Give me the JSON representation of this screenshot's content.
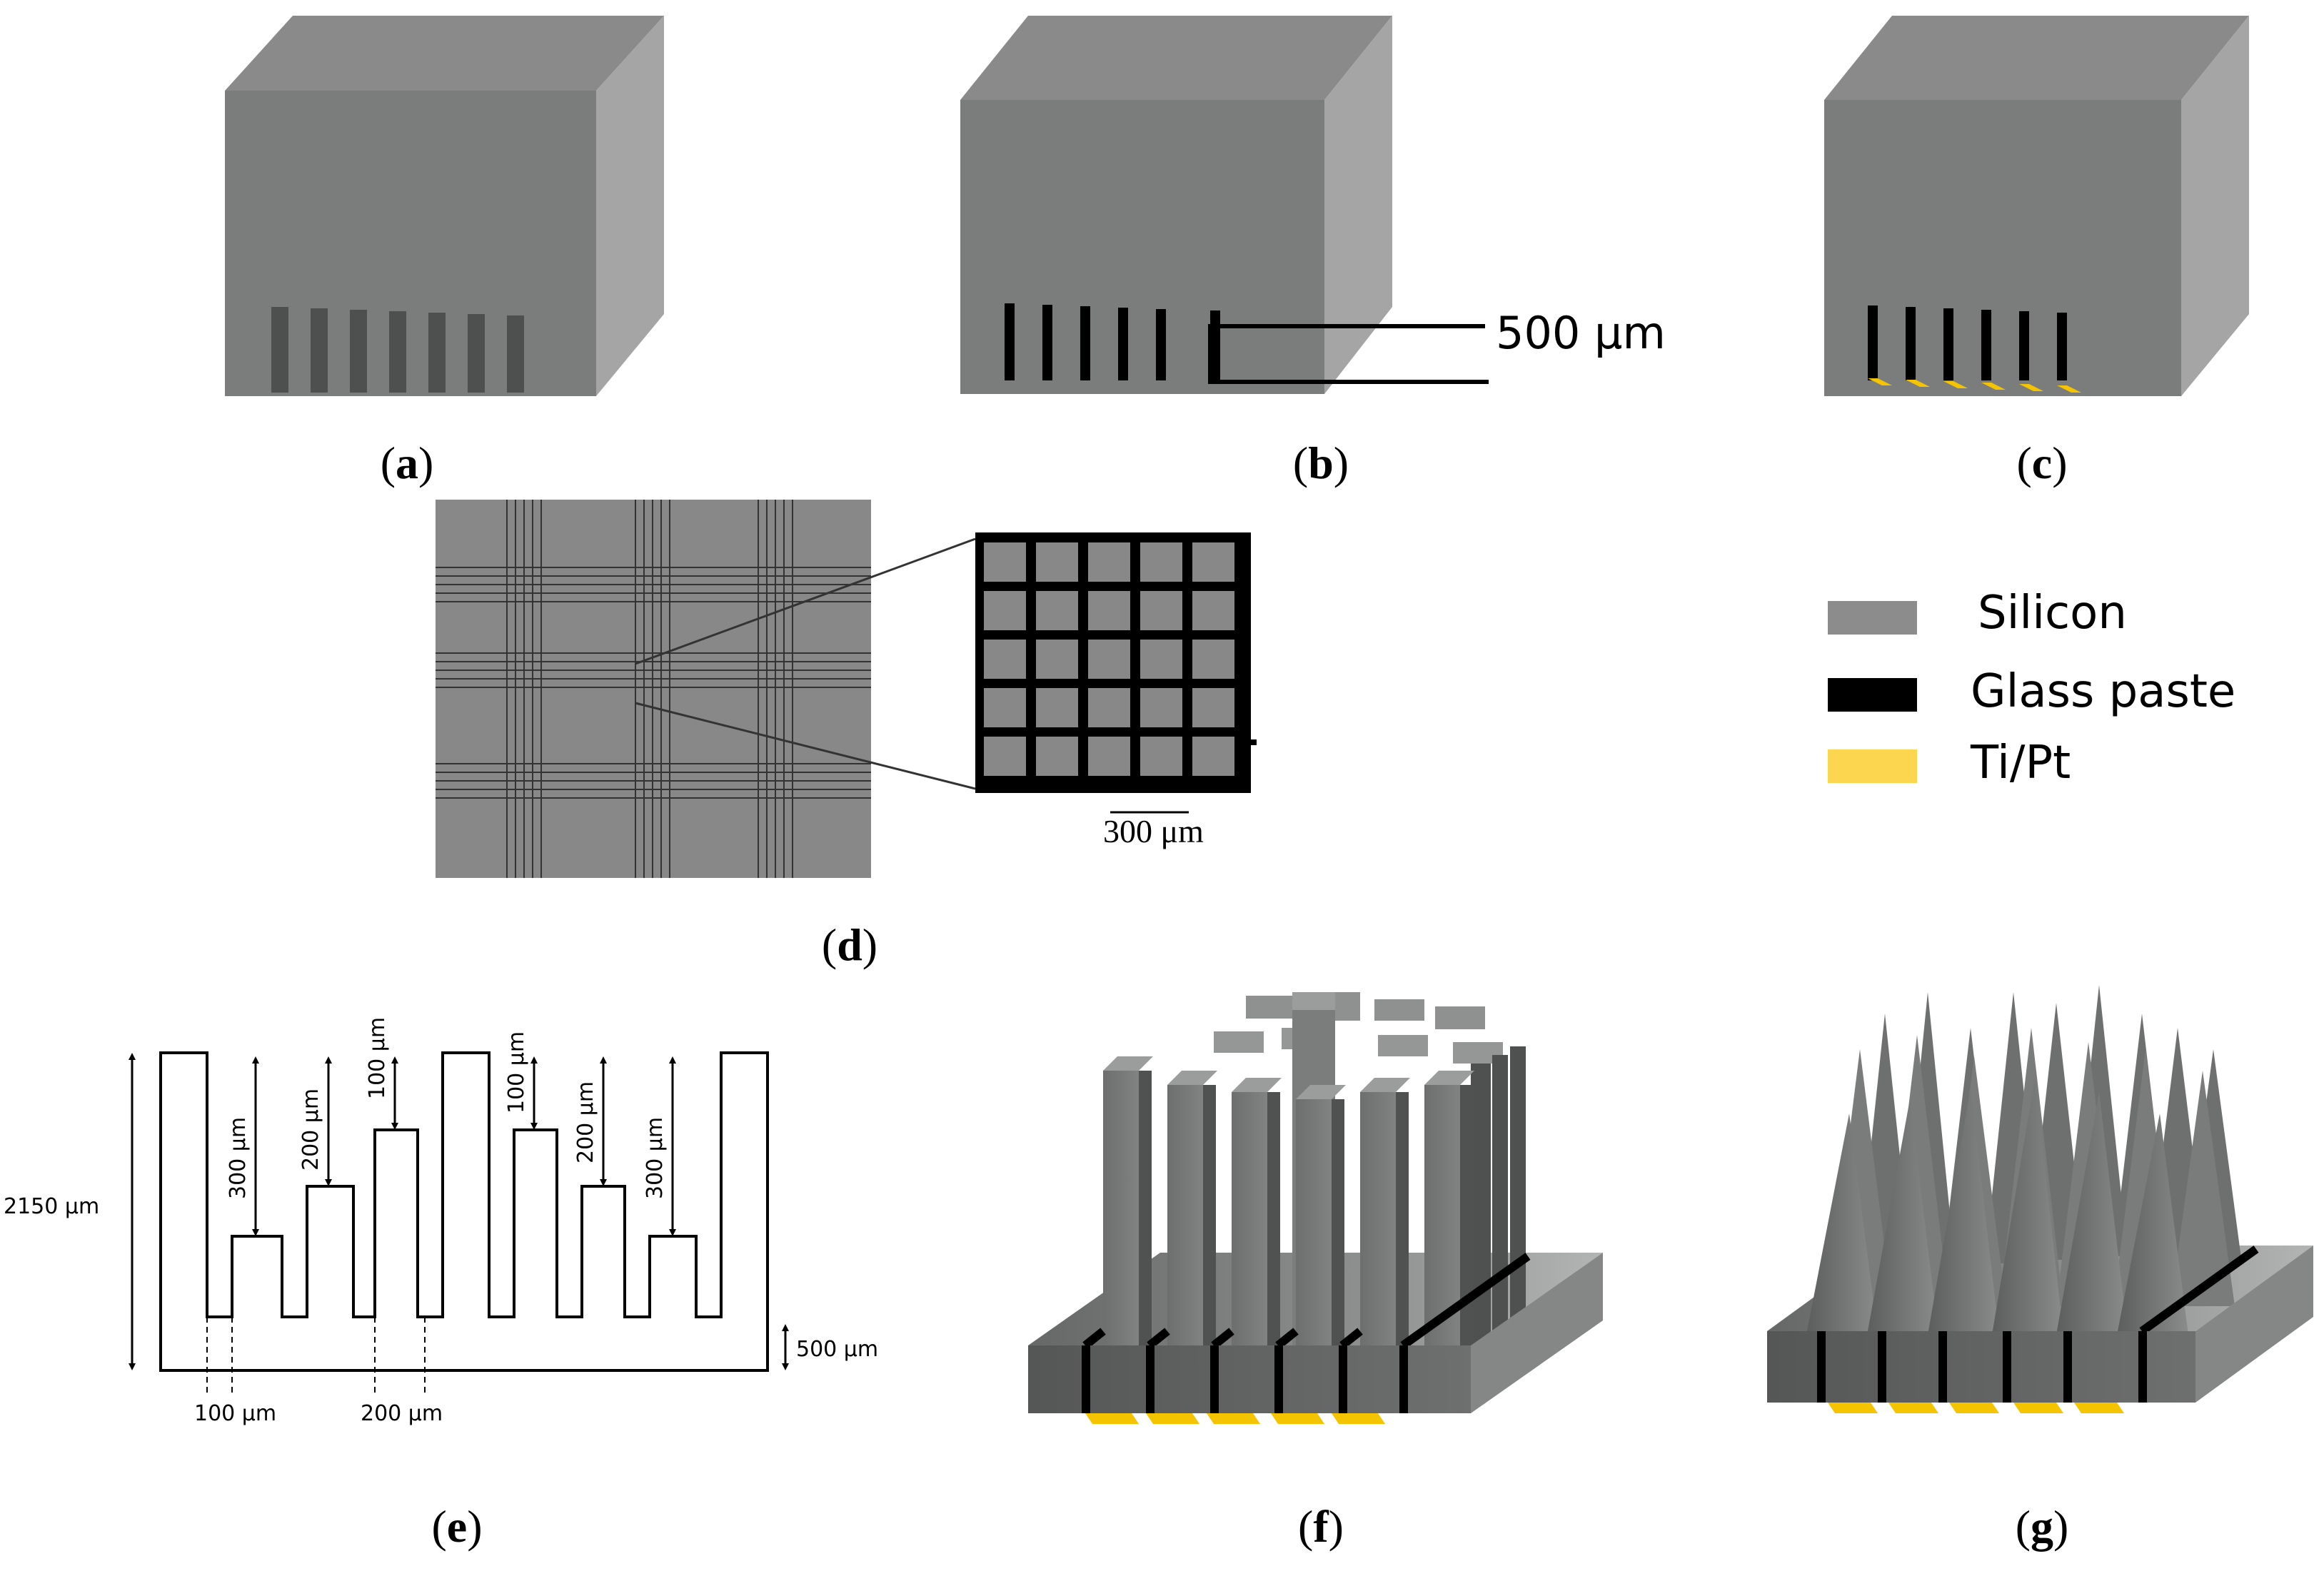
{
  "panels": {
    "a": {
      "label": "a"
    },
    "b": {
      "label": "b",
      "dimension": "500 μm"
    },
    "c": {
      "label": "c"
    },
    "d": {
      "label": "d",
      "scale": "300 μm"
    },
    "e": {
      "label": "e",
      "total_height": "2150 μm",
      "base_height": "500 μm",
      "depths": [
        "300 μm",
        "200 μm",
        "100 μm",
        "100 μm",
        "200 μm",
        "300 μm"
      ],
      "width_small": "100 μm",
      "width_large": "200 μm"
    },
    "f": {
      "label": "f"
    },
    "g": {
      "label": "g"
    }
  },
  "legend": [
    {
      "label": "Silicon",
      "color": "#8c8c8c"
    },
    {
      "label": "Glass paste",
      "color": "#000000"
    },
    {
      "label": "Ti/Pt",
      "color": "#fcd64f"
    }
  ],
  "colors": {
    "silicon_front": "#7b7c7c",
    "silicon_top": "#8a8a8a",
    "silicon_side": "#a5a5a5",
    "glass": "#000000",
    "tipt": "#f5c400"
  }
}
